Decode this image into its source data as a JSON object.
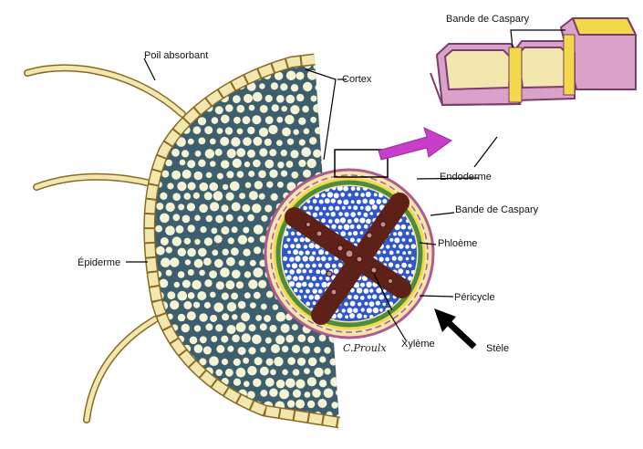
{
  "labels": {
    "poil_absorbant": "Poil absorbant",
    "cortex": "Cortex",
    "bande_caspary_top": "Bande de Caspary",
    "endoderme": "Endoderme",
    "bande_caspary": "Bande de Caspary",
    "phloeme": "Phloème",
    "epiderme": "Épiderme",
    "pericycle": "Péricycle",
    "xyleme": "Xylème",
    "stele": "Stèle"
  },
  "signature": "C.Proulx",
  "colors": {
    "cortex_cell_fill": "#f4f3d6",
    "cortex_wall": "#3d5f6d",
    "epidermis": "#f3e7b0",
    "epidermis_outline": "#8a6a22",
    "endodermis_band": "#b05a8e",
    "pericycle_green": "#4f8a3d",
    "phloem_blue": "#2f57c8",
    "xylem_brown": "#5e2118",
    "caspary_yellow": "#f2d94a",
    "cell_block": "#d9a3c9",
    "arrow_magenta": "#c93ec9"
  }
}
